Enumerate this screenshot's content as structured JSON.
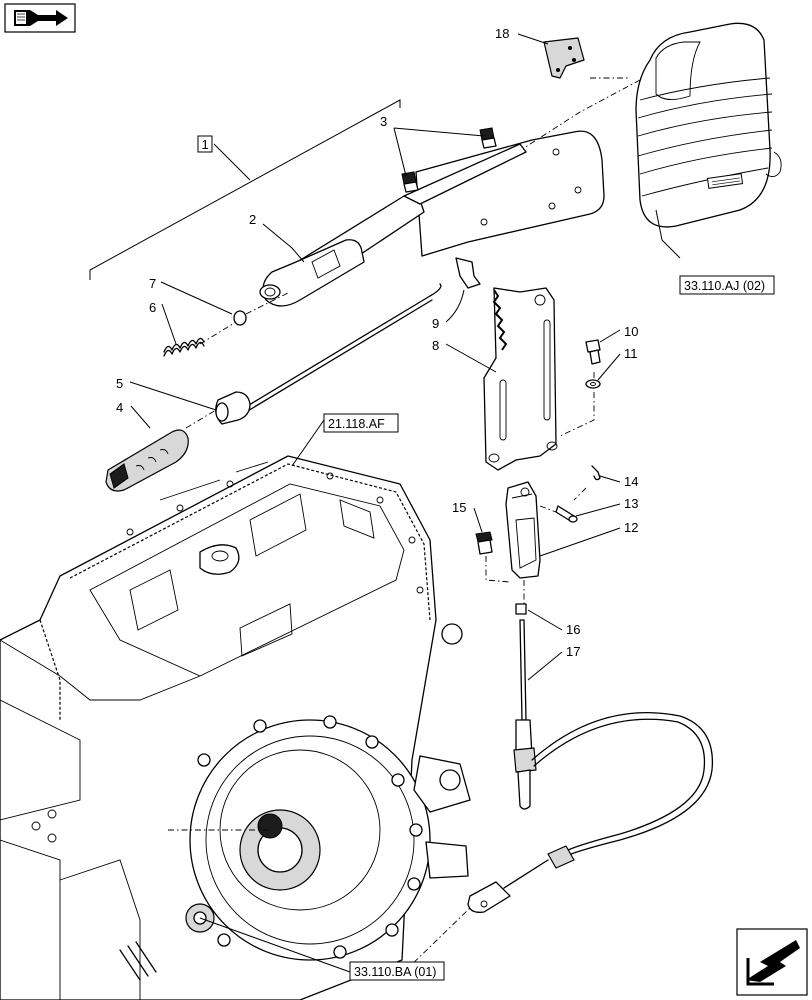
{
  "callouts": [
    {
      "id": "c1",
      "text": "1"
    },
    {
      "id": "c2",
      "text": "2"
    },
    {
      "id": "c3",
      "text": "3"
    },
    {
      "id": "c4",
      "text": "4"
    },
    {
      "id": "c5",
      "text": "5"
    },
    {
      "id": "c6",
      "text": "6"
    },
    {
      "id": "c7",
      "text": "7"
    },
    {
      "id": "c8",
      "text": "8"
    },
    {
      "id": "c9",
      "text": "9"
    },
    {
      "id": "c10",
      "text": "10"
    },
    {
      "id": "c11",
      "text": "11"
    },
    {
      "id": "c12",
      "text": "12"
    },
    {
      "id": "c13",
      "text": "13"
    },
    {
      "id": "c14",
      "text": "14"
    },
    {
      "id": "c15",
      "text": "15"
    },
    {
      "id": "c16",
      "text": "16"
    },
    {
      "id": "c17",
      "text": "17"
    },
    {
      "id": "c18",
      "text": "18"
    }
  ],
  "references": [
    {
      "id": "r1",
      "text": "21.118.AF"
    },
    {
      "id": "r2",
      "text": "33.110.AJ (02)"
    },
    {
      "id": "r3",
      "text": "33.110.BA (01)"
    }
  ],
  "icons": {
    "top_left": "book-arrow-icon",
    "bottom_right": "navigate-arrow-icon"
  }
}
